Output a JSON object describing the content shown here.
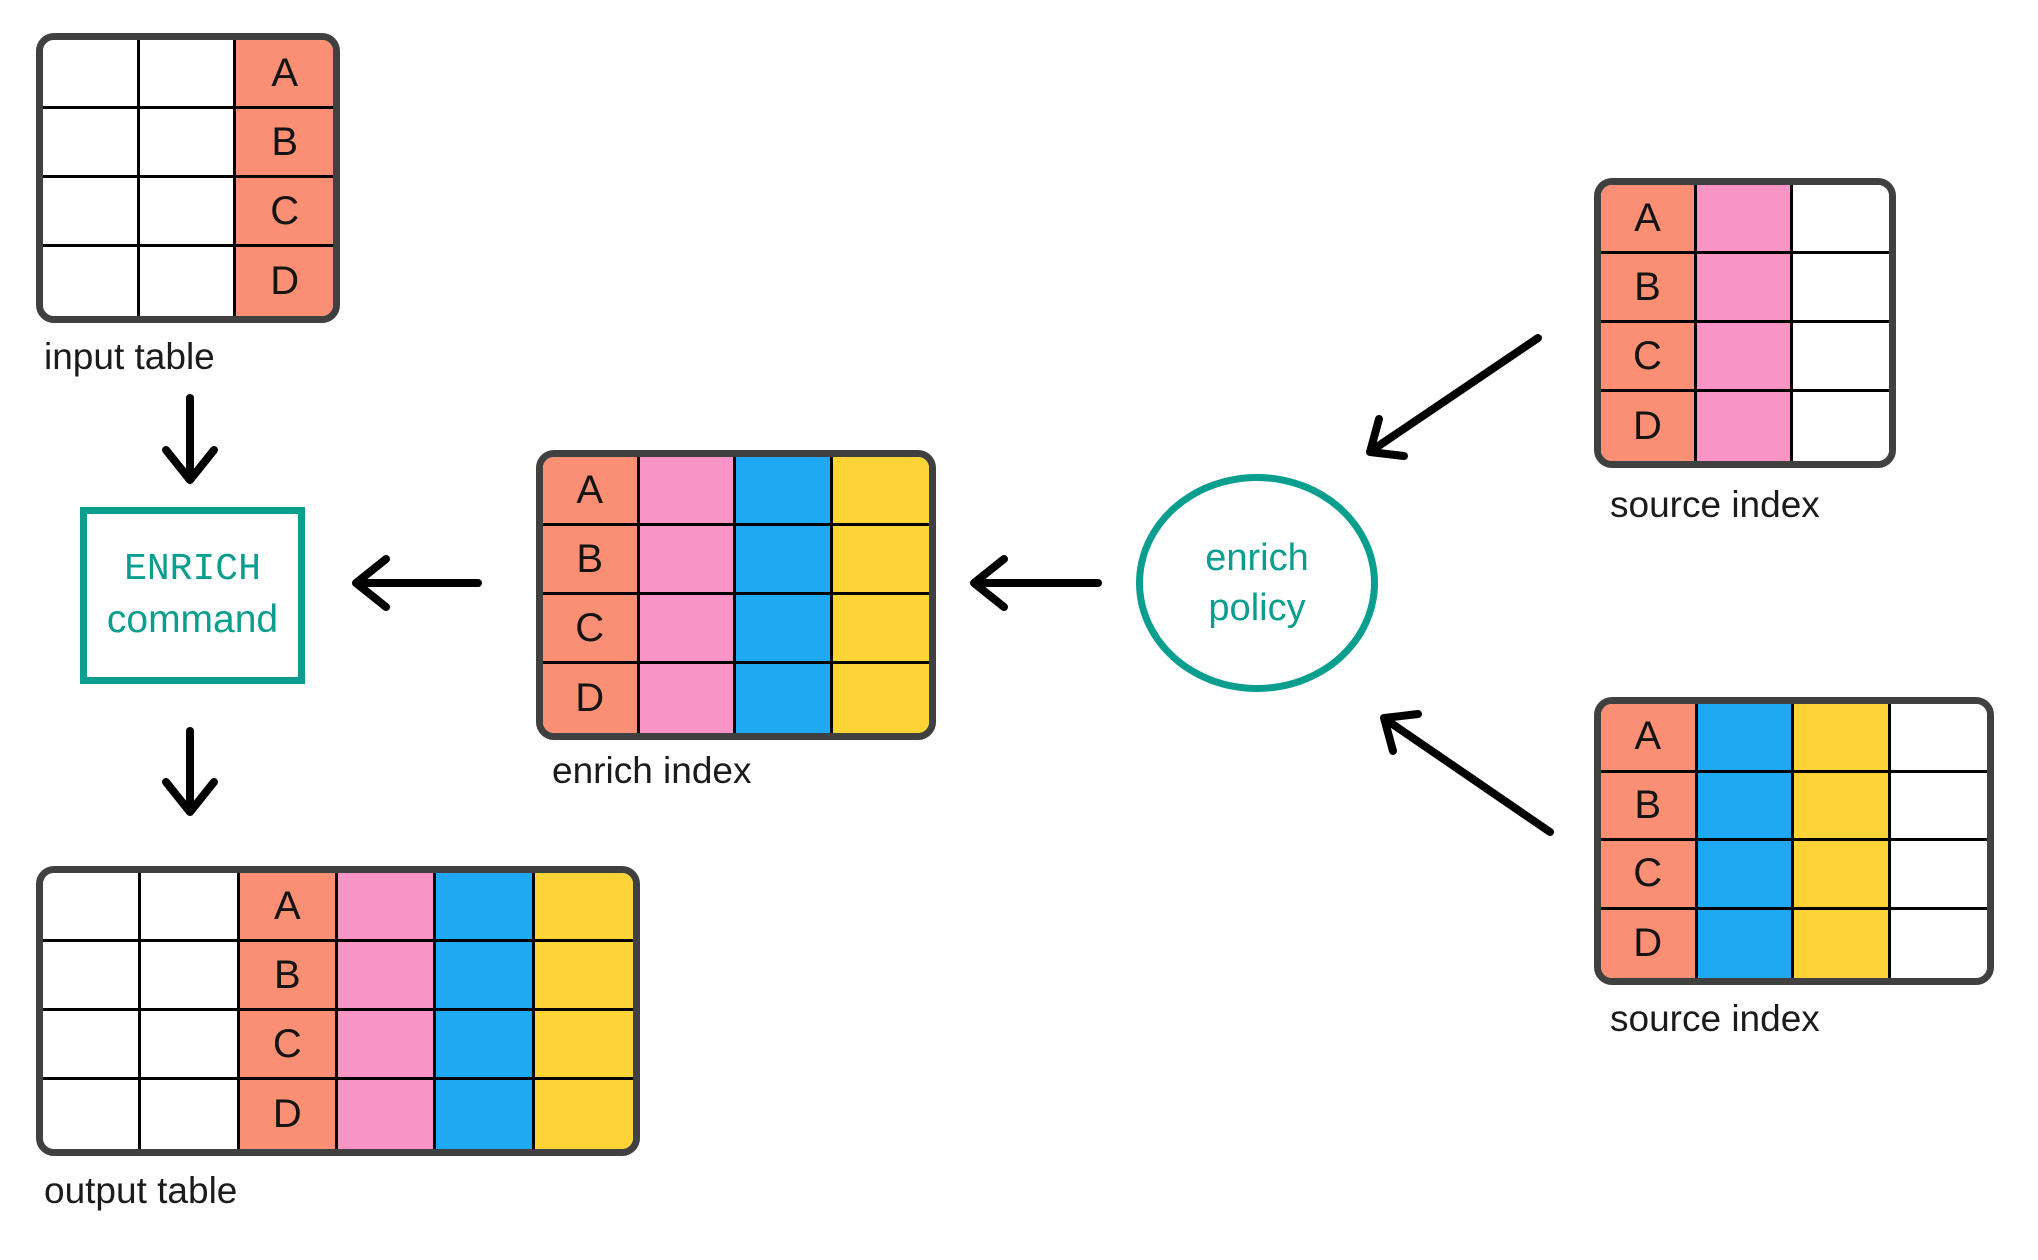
{
  "palette": {
    "white": "#ffffff",
    "salmon": "#fa8f73",
    "pink": "#f994c7",
    "blue": "#1ea9f2",
    "yellow": "#fdd335",
    "teal": "#0a9e8f",
    "table_border": "#404040",
    "grid_line": "#000000",
    "arrow": "#000000",
    "label_text": "#1b1b1b"
  },
  "nodes": {
    "input_table": {
      "label": "input table",
      "columns": [
        "white",
        "white",
        "salmon"
      ],
      "row_labels": [
        "A",
        "B",
        "C",
        "D"
      ]
    },
    "enrich_index": {
      "label": "enrich index",
      "columns": [
        "salmon",
        "pink",
        "blue",
        "yellow"
      ],
      "row_labels": [
        "A",
        "B",
        "C",
        "D"
      ]
    },
    "output_table": {
      "label": "output table",
      "columns": [
        "white",
        "white",
        "salmon",
        "pink",
        "blue",
        "yellow"
      ],
      "row_labels": [
        "A",
        "B",
        "C",
        "D"
      ]
    },
    "source_index_top": {
      "label": "source index",
      "columns": [
        "salmon",
        "pink",
        "white"
      ],
      "row_labels": [
        "A",
        "B",
        "C",
        "D"
      ]
    },
    "source_index_bottom": {
      "label": "source index",
      "columns": [
        "salmon",
        "blue",
        "yellow",
        "white"
      ],
      "row_labels": [
        "A",
        "B",
        "C",
        "D"
      ]
    },
    "enrich_command": {
      "line1": "ENRICH",
      "line2": "command"
    },
    "enrich_policy": {
      "line1": "enrich",
      "line2": "policy"
    }
  },
  "arrows": [
    {
      "from": "input_table",
      "to": "enrich_command"
    },
    {
      "from": "enrich_command",
      "to": "output_table"
    },
    {
      "from": "enrich_index",
      "to": "enrich_command"
    },
    {
      "from": "enrich_policy",
      "to": "enrich_index"
    },
    {
      "from": "source_index_top",
      "to": "enrich_policy"
    },
    {
      "from": "source_index_bottom",
      "to": "enrich_policy"
    }
  ]
}
